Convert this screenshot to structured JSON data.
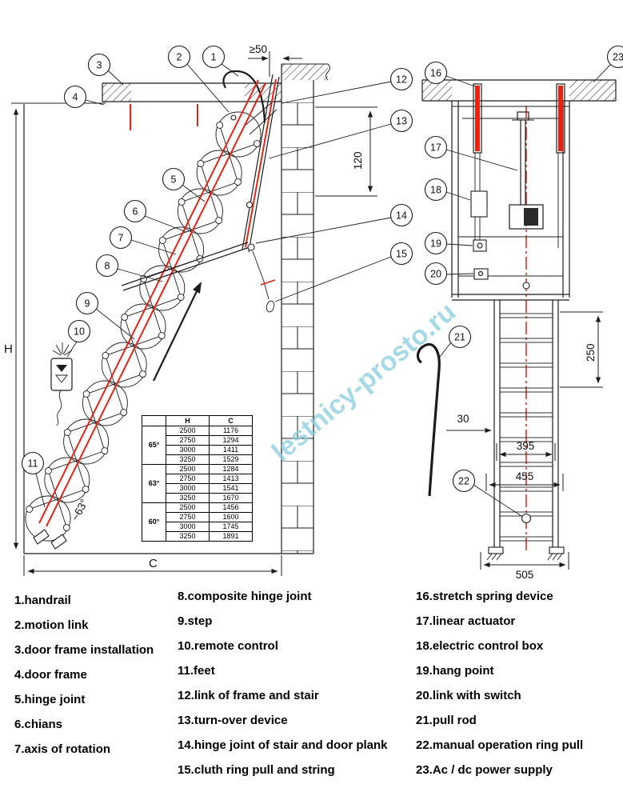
{
  "watermark": "lestnicy-prosto.ru",
  "callouts": {
    "c1": "1",
    "c2": "2",
    "c3": "3",
    "c4": "4",
    "c5": "5",
    "c6": "6",
    "c7": "7",
    "c8": "8",
    "c9": "9",
    "c10": "10",
    "c11": "11",
    "c12": "12",
    "c13": "13",
    "c14": "14",
    "c15": "15",
    "c16": "16",
    "c17": "17",
    "c18": "18",
    "c19": "19",
    "c20": "20",
    "c21": "21",
    "c22": "22",
    "c23": "23"
  },
  "dims": {
    "min_gap": "≥50",
    "frame_depth": "120",
    "height_label": "H",
    "width_label": "C",
    "angle": "~63°",
    "rail_250": "250",
    "offset_30": "30",
    "width_395": "395",
    "width_455": "455",
    "width_505": "505"
  },
  "size_table": {
    "header_h": "H",
    "header_c": "C",
    "groups": [
      {
        "angle": "65°",
        "rows": [
          [
            "2500",
            "1176"
          ],
          [
            "2750",
            "1294"
          ],
          [
            "3000",
            "1411"
          ],
          [
            "3250",
            "1529"
          ]
        ]
      },
      {
        "angle": "63°",
        "rows": [
          [
            "2500",
            "1284"
          ],
          [
            "2750",
            "1413"
          ],
          [
            "3000",
            "1541"
          ],
          [
            "3250",
            "1670"
          ]
        ]
      },
      {
        "angle": "60°",
        "rows": [
          [
            "2500",
            "1456"
          ],
          [
            "2750",
            "1600"
          ],
          [
            "3000",
            "1745"
          ],
          [
            "3250",
            "1891"
          ]
        ]
      }
    ]
  },
  "legend": {
    "col1": [
      "1.handrail",
      "2.motion link",
      "3.door frame installation",
      "4.door frame",
      "5.hinge joint",
      "6.chians",
      "7.axis of rotation"
    ],
    "col2": [
      "8.composite hinge joint",
      "9.step",
      "10.remote control",
      "11.feet",
      "12.link of frame and stair",
      "13.turn-over device",
      "14.hinge joint of stair and door plank",
      "15.cluth ring pull and string"
    ],
    "col3": [
      "16.stretch spring device",
      "17.linear actuator",
      "18.electric control box",
      "19.hang point",
      "20.link with switch",
      "21.pull rod",
      "22.manual operation ring pull",
      "23.Ac / dc power supply"
    ]
  },
  "colors": {
    "accent_red": "#e42313",
    "watermark_blue": "#8ecfe0",
    "line": "#1c1c1c"
  }
}
